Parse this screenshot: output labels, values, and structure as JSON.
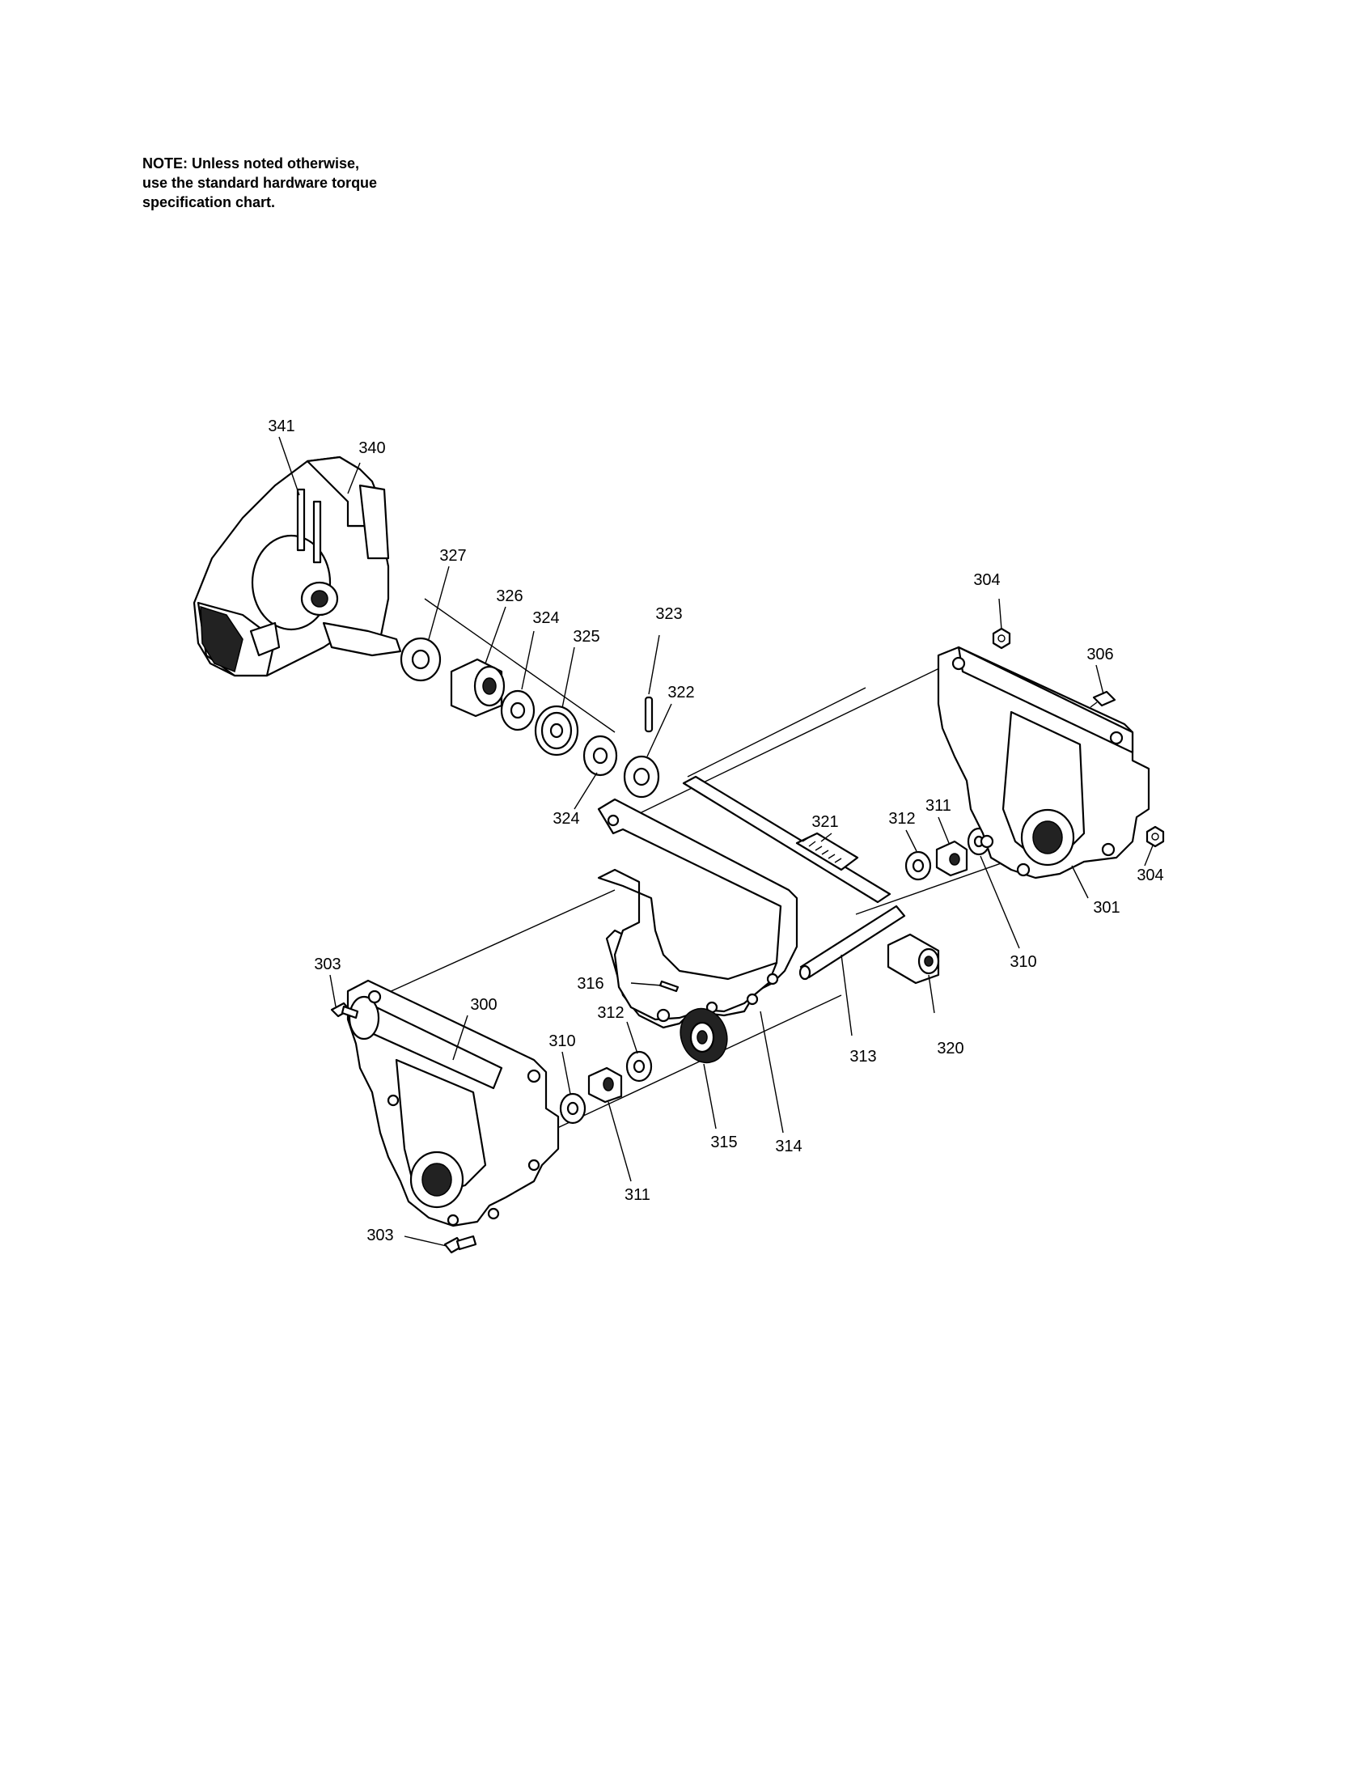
{
  "note": {
    "line1": "NOTE: Unless noted otherwise,",
    "line2": "use the standard hardware torque",
    "line3": "specification chart."
  },
  "callouts": {
    "c300": "300",
    "c301": "301",
    "c303a": "303",
    "c303b": "303",
    "c304a": "304",
    "c304b": "304",
    "c306": "306",
    "c310a": "310",
    "c310b": "310",
    "c311a": "311",
    "c311b": "311",
    "c312a": "312",
    "c312b": "312",
    "c313": "313",
    "c314": "314",
    "c315": "315",
    "c316": "316",
    "c320": "320",
    "c321": "321",
    "c322": "322",
    "c323": "323",
    "c324a": "324",
    "c324b": "324",
    "c325": "325",
    "c326": "326",
    "c327": "327",
    "c340": "340",
    "c341": "341"
  }
}
